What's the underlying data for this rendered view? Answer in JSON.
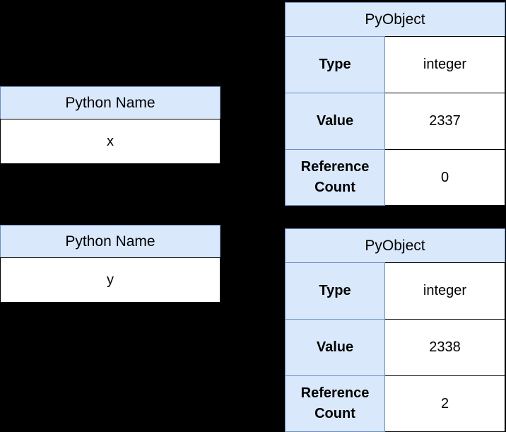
{
  "colors": {
    "background": "#000000",
    "label_fill": "#dae8fc",
    "label_stroke": "#6c8ebf",
    "value_fill": "#ffffff",
    "value_stroke": "#000000",
    "text": "#000000"
  },
  "name_tables": [
    {
      "header": "Python Name",
      "value": "x"
    },
    {
      "header": "Python Name",
      "value": "y"
    }
  ],
  "pyobject_tables": [
    {
      "header": "PyObject",
      "rows": [
        {
          "label": "Type",
          "value": "integer"
        },
        {
          "label": "Value",
          "value": "2337"
        },
        {
          "label": "Reference Count",
          "value": "0"
        }
      ]
    },
    {
      "header": "PyObject",
      "rows": [
        {
          "label": "Type",
          "value": "integer"
        },
        {
          "label": "Value",
          "value": "2338"
        },
        {
          "label": "Reference Count",
          "value": "2"
        }
      ]
    }
  ]
}
